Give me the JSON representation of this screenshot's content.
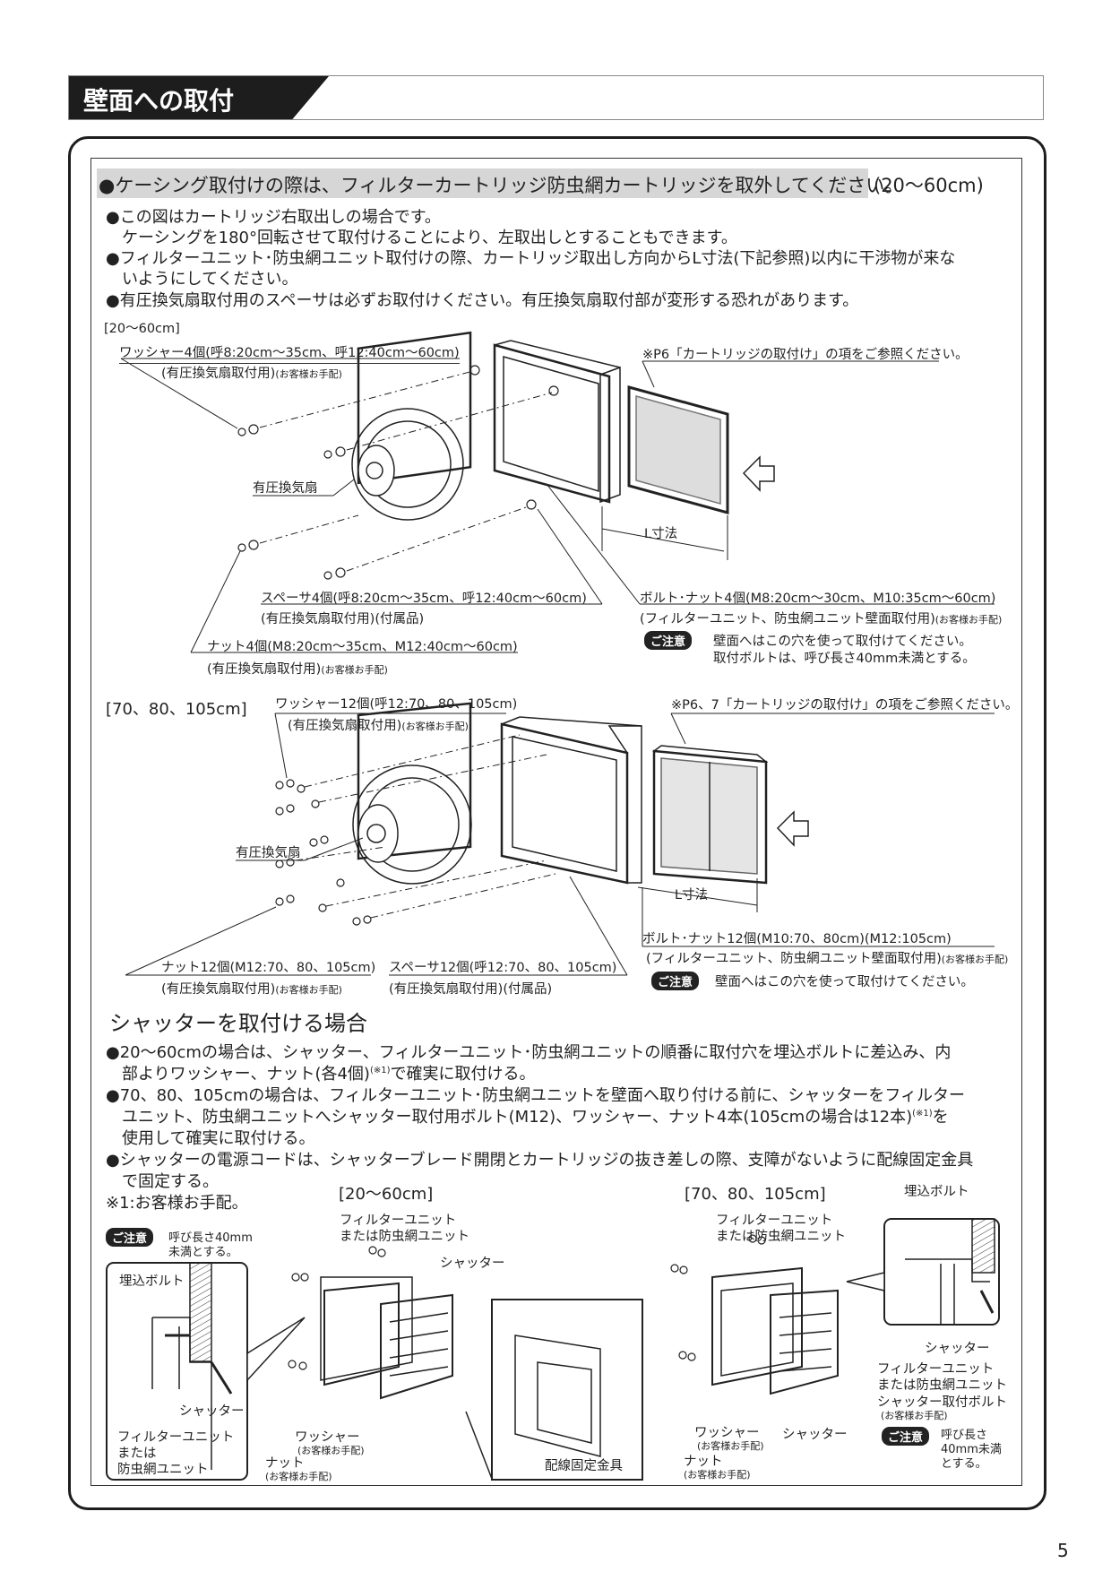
{
  "header": {
    "title": "壁面への取付"
  },
  "intro": {
    "highlight": "●ケーシング取付けの際は、フィルターカートリッジ防虫網カートリッジを取外してください。",
    "highlight_suffix": "(20〜60cm)",
    "lines": [
      "●この図はカートリッジ右取出しの場合です。",
      "ケーシングを180°回転させて取付けることにより、左取出しとすることもできます。",
      "●フィルターユニット･防虫網ユニット取付けの際、カートリッジ取出し方向からL寸法(下記参照)以内に干渉物が来な",
      "いようにしてください。",
      "●有圧換気扇取付用のスペーサは必ずお取付けください。有圧換気扇取付部が変形する恐れがあります。"
    ]
  },
  "diagram1": {
    "size_label": "[20〜60cm]",
    "washer": "ワッシャー4個(呼8:20cm〜35cm、呼12:40cm〜60cm)",
    "washer_sub": "(有圧換気扇取付用)",
    "customer_supplied": "(お客様お手配)",
    "reference": "※P6「カートリッジの取付け」の項をご参照ください。",
    "fan": "有圧換気扇",
    "l_dim": "L寸法",
    "spacer": "スペーサ4個(呼8:20cm〜35cm、呼12:40cm〜60cm)",
    "spacer_sub": "(有圧換気扇取付用)(付属品)",
    "bolt": "ボルト･ナット4個(M8:20cm〜30cm、M10:35cm〜60cm)",
    "bolt_sub": "(フィルターユニット、防虫網ユニット壁面取付用)",
    "caution_badge": "ご注意",
    "caution_1": "壁面へはこの穴を使って取付けてください。",
    "caution_2": "取付ボルトは、呼び長さ40mm未満とする。",
    "nut": "ナット4個(M8:20cm〜35cm、M12:40cm〜60cm)",
    "nut_sub": "(有圧換気扇取付用)"
  },
  "diagram2": {
    "size_label": "[70、80、105cm]",
    "washer": "ワッシャー12個(呼12:70、80、105cm)",
    "washer_sub": "(有圧換気扇取付用)",
    "customer_supplied": "(お客様お手配)",
    "reference": "※P6、7「カートリッジの取付け」の項をご参照ください。",
    "fan": "有圧換気扇",
    "l_dim": "L寸法",
    "bolt": "ボルト･ナット12個(M10:70、80cm)(M12:105cm)",
    "bolt_sub": "(フィルターユニット、防虫網ユニット壁面取付用)",
    "caution_badge": "ご注意",
    "caution_1": "壁面へはこの穴を使って取付けてください。",
    "nut": "ナット12個(M12:70、80、105cm)",
    "nut_sub": "(有圧換気扇取付用)",
    "spacer": "スペーサ12個(呼12:70、80、105cm)",
    "spacer_sub": "(有圧換気扇取付用)(付属品)"
  },
  "shutter": {
    "heading": "シャッターを取付ける場合",
    "b1a": "●20〜60cmの場合は、シャッター、フィルターユニット･防虫網ユニットの順番に取付穴を埋込ボルトに差込み、内",
    "b1b": "部よりワッシャー、ナット(各4個)",
    "b1c": "で確実に取付ける。",
    "note_ref": "(※1)",
    "b2a": "●70、80、105cmの場合は、フィルターユニット･防虫網ユニットを壁面へ取り付ける前に、シャッターをフィルター",
    "b2b": "ユニット、防虫網ユニットへシャッター取付用ボルト(M12)、ワッシャー、ナット4本(105cmの場合は12本)",
    "b2c": "を",
    "b2d": "使用して確実に取付ける。",
    "b3a": "●シャッターの電源コードは、シャッターブレード開閉とカートリッジの抜き差しの際、支障がないように配線固定金具",
    "b3b": "で固定する。",
    "footnote": "※1:お客様お手配。",
    "left_label": "[20〜60cm]",
    "right_label": "[70、80、105cm]",
    "caution_badge": "ご注意",
    "caution_left_1": "呼び長さ40mm",
    "caution_left_2": "未満とする。",
    "embed_bolt": "埋込ボルト",
    "shutter": "シャッター",
    "filter_unit_1": "フィルターユニット",
    "filter_unit_2": "または防虫網ユニット",
    "filter_unit_or": "または",
    "filter_unit_3": "防虫網ユニット",
    "washer": "ワッシャー",
    "nut": "ナット",
    "customer_supplied": "(お客様お手配)",
    "wiring_bracket": "配線固定金具",
    "shutter_bolt": "シャッター取付ボルト",
    "caution_right_1": "呼び長さ",
    "caution_right_2": "40mm未満",
    "caution_right_3": "とする。"
  },
  "page_number": "5"
}
